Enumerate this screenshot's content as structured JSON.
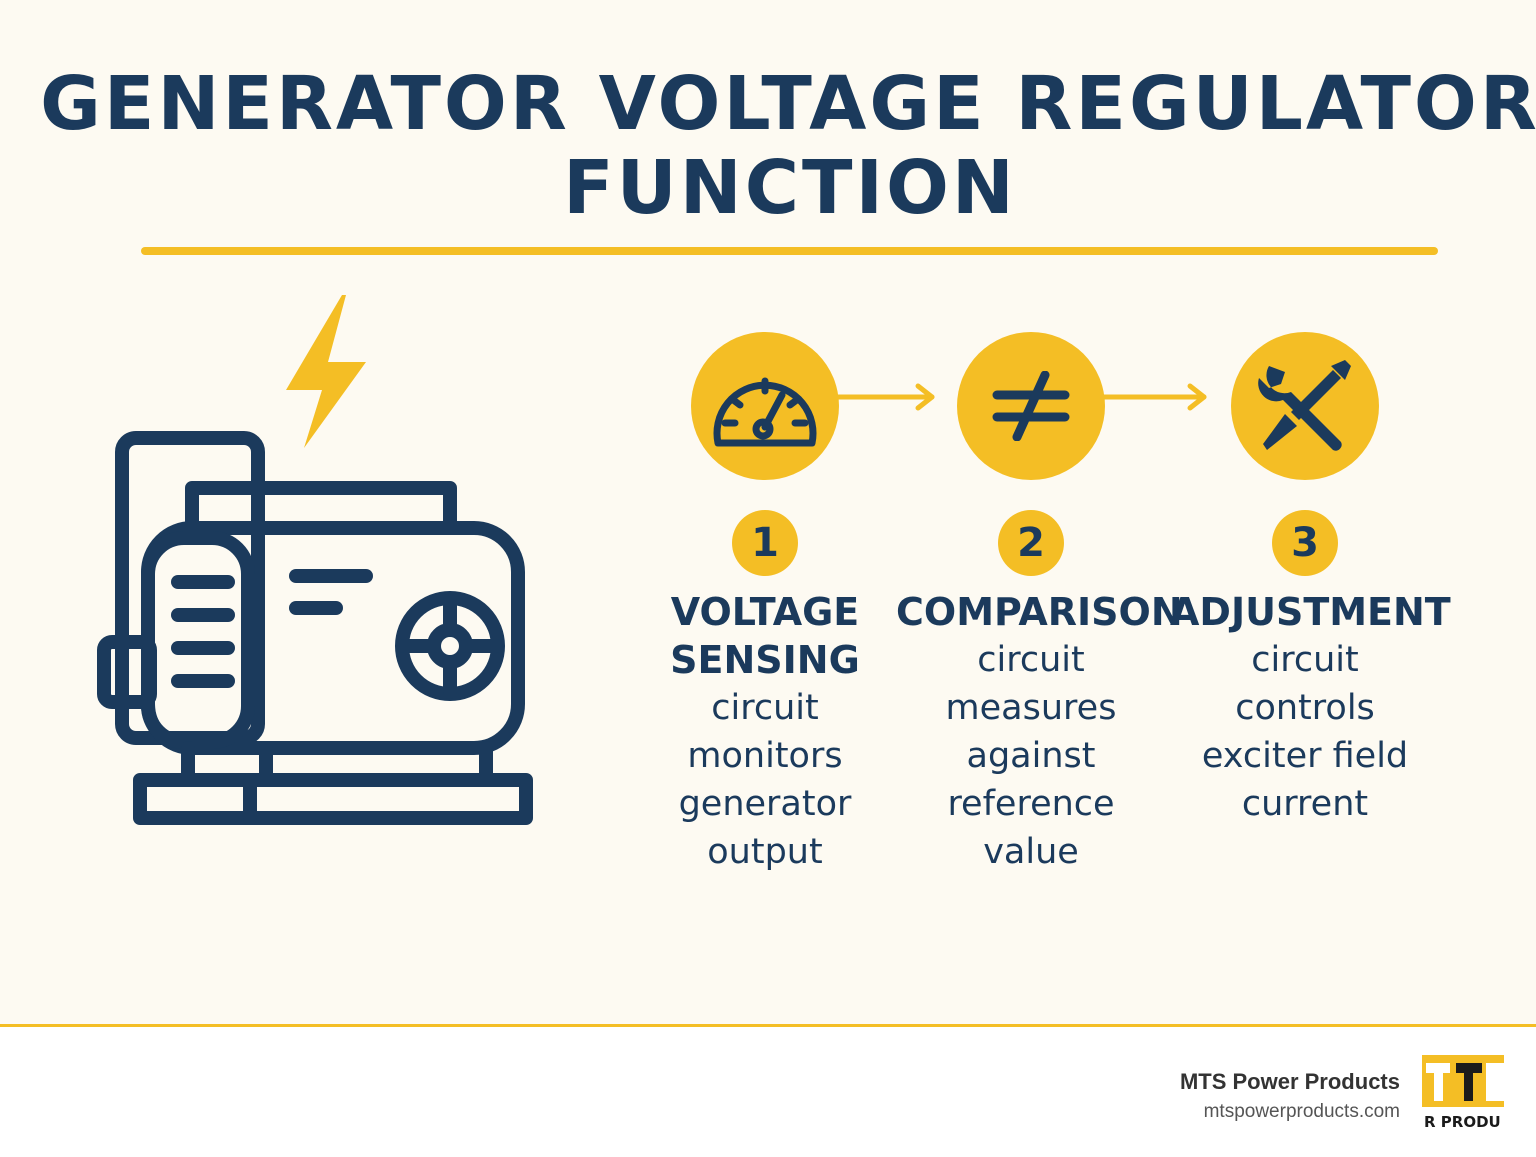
{
  "title": {
    "line1": "GENERATOR VOLTAGE REGULATOR",
    "line2": "FUNCTION"
  },
  "colors": {
    "accent": "#f4be25",
    "navy": "#1b3a5c",
    "background": "#fdfaf2"
  },
  "generator": {
    "icon": "generator-icon",
    "bolt_icon": "lightning-bolt-icon"
  },
  "steps": [
    {
      "number": "1",
      "icon": "gauge-icon",
      "heading_lines": [
        "VOLTAGE",
        "SENSING"
      ],
      "text_lines": [
        "circuit",
        "monitors",
        "generator",
        "output"
      ]
    },
    {
      "number": "2",
      "icon": "not-equal-icon",
      "heading_lines": [
        "COMPARISON"
      ],
      "text_lines": [
        "circuit",
        "measures",
        "against",
        "reference",
        "value"
      ]
    },
    {
      "number": "3",
      "icon": "wrench-screwdriver-icon",
      "heading_lines": [
        "ADJUSTMENT"
      ],
      "text_lines": [
        "circuit",
        "controls",
        "exciter field",
        "current"
      ]
    }
  ],
  "footer": {
    "brand_name": "MTS Power Products",
    "brand_url": "mtspowerproducts.com",
    "logo_text": "MTS POWER PRODUCTS"
  }
}
